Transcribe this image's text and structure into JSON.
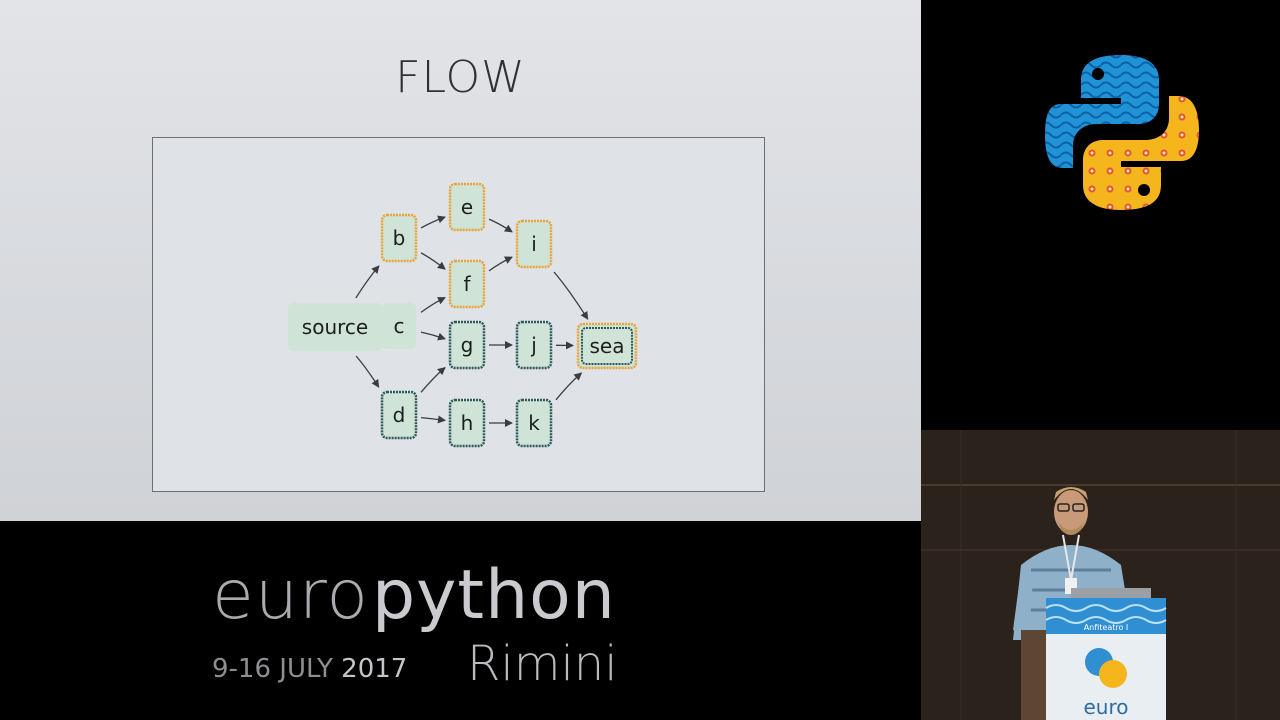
{
  "slide": {
    "title": "FLOW"
  },
  "diagram": {
    "nodes": [
      {
        "id": "source",
        "label": "source",
        "style": "plain"
      },
      {
        "id": "b",
        "label": "b",
        "style": "orange"
      },
      {
        "id": "c",
        "label": "c",
        "style": "plain"
      },
      {
        "id": "d",
        "label": "d",
        "style": "teal"
      },
      {
        "id": "e",
        "label": "e",
        "style": "orange"
      },
      {
        "id": "f",
        "label": "f",
        "style": "orange"
      },
      {
        "id": "g",
        "label": "g",
        "style": "teal"
      },
      {
        "id": "h",
        "label": "h",
        "style": "teal"
      },
      {
        "id": "i",
        "label": "i",
        "style": "orange"
      },
      {
        "id": "j",
        "label": "j",
        "style": "teal"
      },
      {
        "id": "k",
        "label": "k",
        "style": "teal"
      },
      {
        "id": "sea",
        "label": "sea",
        "style": "both"
      }
    ],
    "edges": [
      [
        "source",
        "b"
      ],
      [
        "source",
        "c"
      ],
      [
        "source",
        "d"
      ],
      [
        "b",
        "e"
      ],
      [
        "b",
        "f"
      ],
      [
        "c",
        "f"
      ],
      [
        "c",
        "g"
      ],
      [
        "d",
        "g"
      ],
      [
        "d",
        "h"
      ],
      [
        "e",
        "i"
      ],
      [
        "f",
        "i"
      ],
      [
        "g",
        "j"
      ],
      [
        "h",
        "k"
      ],
      [
        "i",
        "sea"
      ],
      [
        "j",
        "sea"
      ],
      [
        "k",
        "sea"
      ]
    ],
    "colors": {
      "node_fill": "#cfe3d6",
      "orange_border": "#e7a43a",
      "teal_border": "#2e5a5c",
      "edge": "#3a3d40"
    }
  },
  "branding": {
    "euro": "euro",
    "python": "python",
    "dates": "9-16 JULY",
    "year": "2017",
    "city": "Rimini"
  },
  "logo": {
    "icon": "python-logo-icon",
    "blue": "#1f93d6",
    "yellow": "#f5b51c"
  },
  "podium": {
    "sign": "Anfiteatro I",
    "text": "euro"
  }
}
